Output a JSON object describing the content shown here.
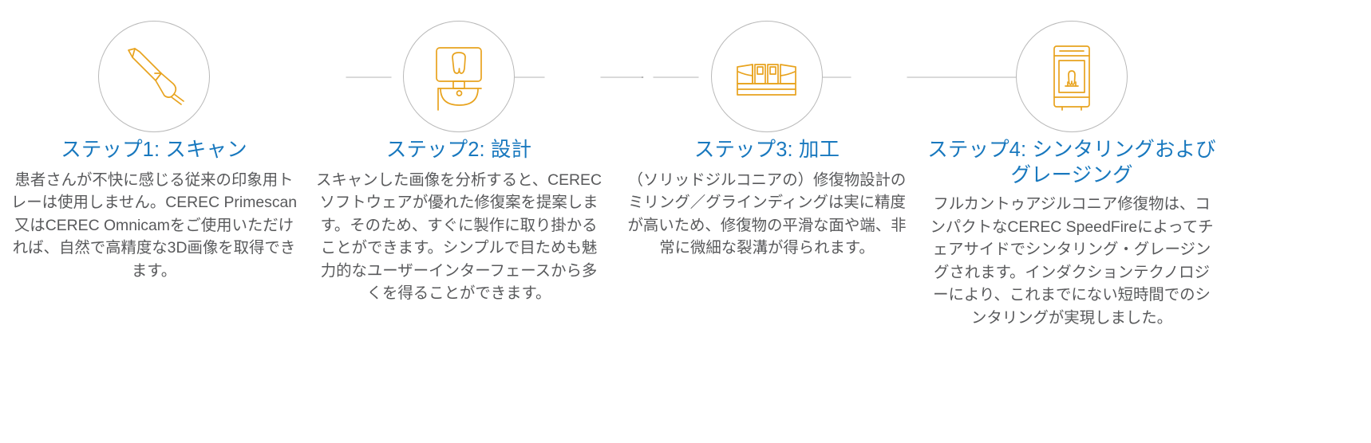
{
  "theme": {
    "title_color": "#1878be",
    "body_color": "#58595b",
    "icon_color": "#e8a31e",
    "circle_border_color": "#b9b9b9",
    "rail_color": "#9a9a9a",
    "background": "#ffffff"
  },
  "steps": [
    {
      "index": "1",
      "icon_name": "intraoral-scanner-wand-icon",
      "title": "ステップ1: スキャン",
      "body": "患者さんが不快に感じる従来の印象用トレーは使用しません。CEREC Primescan又はCEREC Omnicamをご使用いただければ、自然で高精度な3D画像を取得できます。"
    },
    {
      "index": "2",
      "icon_name": "design-monitor-tooth-icon",
      "title": "ステップ2: 設計",
      "body": "スキャンした画像を分析すると、CERECソフトウェアが優れた修復案を提案します。そのため、すぐに製作に取り掛かることができます。シンプルで目ためも魅力的なユーザーインターフェースから多くを得ることができます。"
    },
    {
      "index": "3",
      "icon_name": "milling-unit-icon",
      "title": "ステップ3: 加工",
      "body": "（ソリッドジルコニアの）修復物設計のミリング／グラインディングは実に精度が高いため、修復物の平滑な面や端、非常に微細な裂溝が得られます。"
    },
    {
      "index": "4",
      "icon_name": "sintering-furnace-icon",
      "title": "ステップ4: シンタリングおよびグレージング",
      "body": "フルカントゥアジルコニア修復物は、コンパクトなCEREC SpeedFireによってチェアサイドでシンタリング・グレージングされます。インダクションテクノロジーにより、これまでにない短時間でのシンタリングが実現しました。"
    }
  ]
}
